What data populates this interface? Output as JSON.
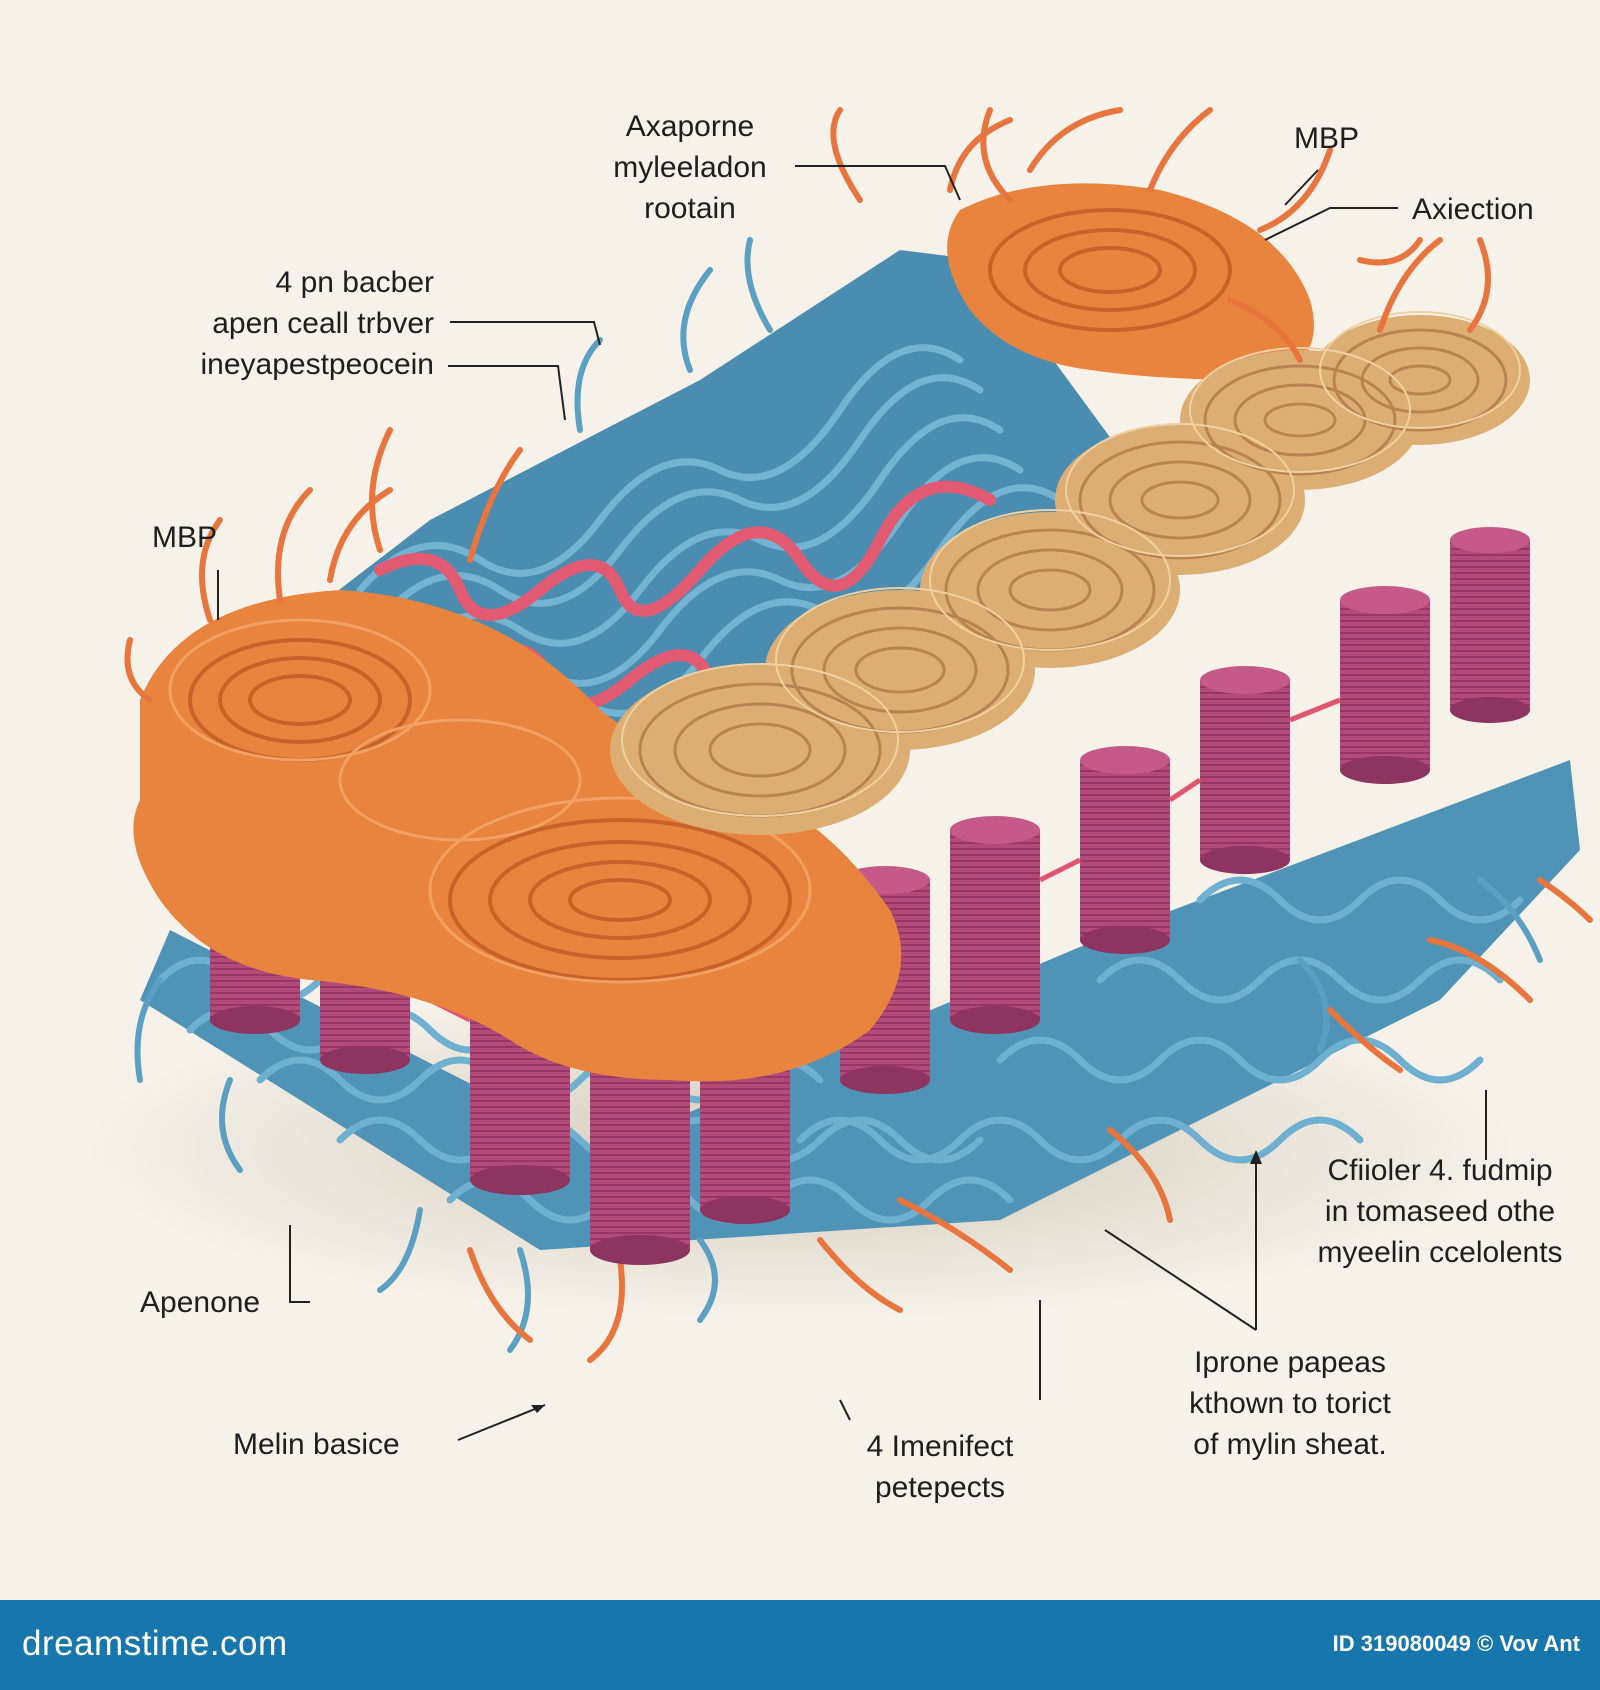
{
  "labels": {
    "axaporne": [
      "Axaporne",
      "myleeladon",
      "rootain"
    ],
    "mbp_top": "MBP",
    "axiection": "Axiection",
    "fourpn": [
      "4 pn bacber",
      "apen ceall trbver",
      "ineyapestpeocein"
    ],
    "mbp_left": "MBP",
    "cfiioler": [
      "Cfiioler 4. fudmip",
      "in tomaseed othe",
      "myeelin ccelolents"
    ],
    "apenone": "Apenone",
    "iprone": [
      "Iprone papeas",
      "kthown to torict",
      "of mylin sheat."
    ],
    "melin": "Melin basice",
    "imenifect": [
      "4 Imenifect",
      "petepects"
    ]
  },
  "footer": {
    "brand": "dreamstime.com",
    "stock_id": "ID 319080049 © Vov Ant"
  },
  "colors": {
    "background": "#f6f2ea",
    "orange_coils": "#e8843e",
    "tan_coils": "#dcae74",
    "blue_strands": "#5b9fc2",
    "magenta_cylinders": "#b24a78",
    "pink_strands": "#e0566e",
    "footer_bar": "#1776ab"
  }
}
